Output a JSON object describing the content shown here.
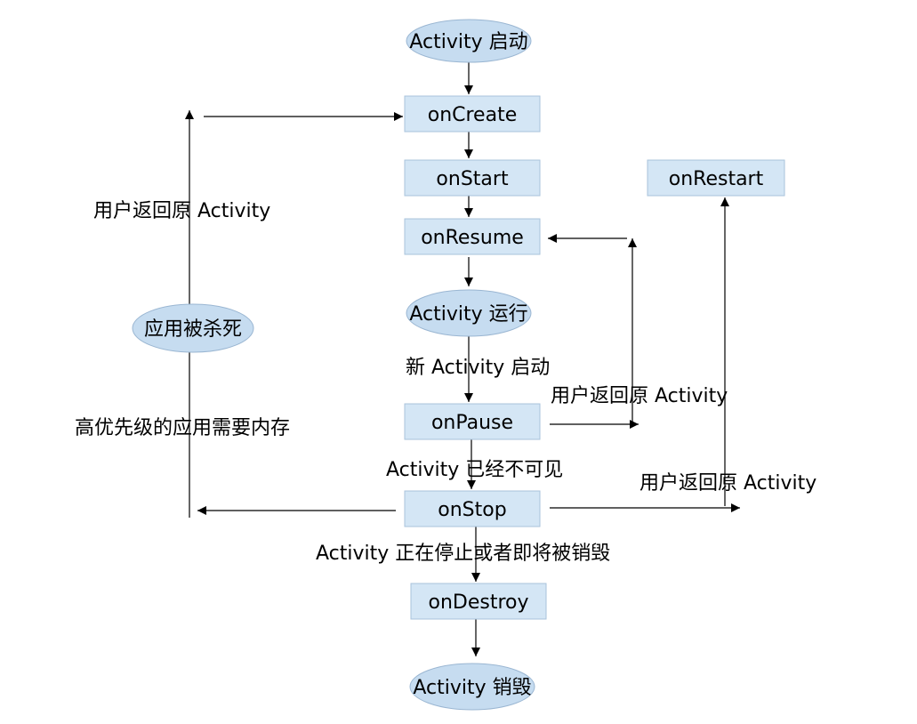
{
  "nodes": {
    "activity_start": "Activity 启动",
    "on_create": "onCreate",
    "on_start": "onStart",
    "on_restart": "onRestart",
    "on_resume": "onResume",
    "activity_running": "Activity 运行",
    "app_killed": "应用被杀死",
    "on_pause": "onPause",
    "on_stop": "onStop",
    "on_destroy": "onDestroy",
    "activity_destroyed": "Activity 销毁"
  },
  "labels": {
    "return_left": "用户返回原 Activity",
    "high_priority": "高优先级的应用需要内存",
    "new_activity": "新 Activity 启动",
    "return_pause": "用户返回原 Activity",
    "not_visible": "Activity 已经不可见",
    "return_stop": "用户返回原 Activity",
    "stopping": "Activity 正在停止或者即将被销毁"
  },
  "colors": {
    "box_fill": "#d4e6f5",
    "ellipse_fill": "#c6dcf0",
    "line": "#000000"
  }
}
